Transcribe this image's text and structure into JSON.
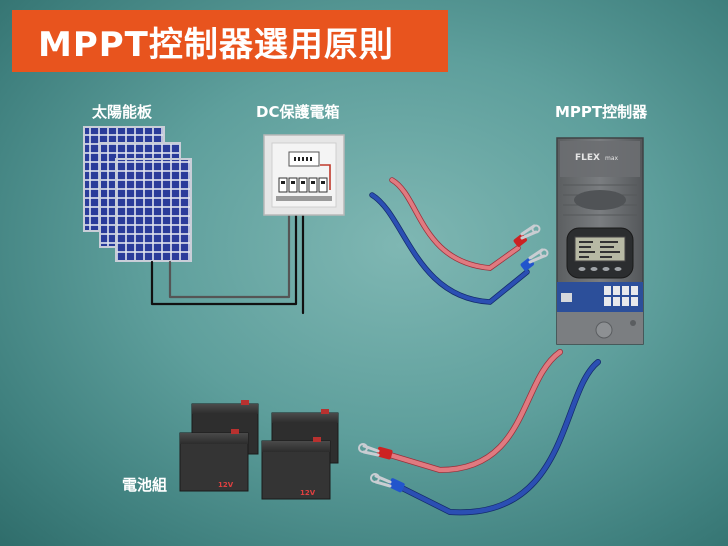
{
  "title": "MPPT控制器選用原則",
  "labels": {
    "solar_panel": "太陽能板",
    "dc_box": "DC保護電箱",
    "controller": "MPPT控制器",
    "battery": "電池組"
  },
  "controller_brand": "FLEX",
  "controller_brand_suffix": "max",
  "battery_voltage": "12V",
  "colors": {
    "title_banner": "#e8541e",
    "positive_wire": "#e07a80",
    "negative_wire": "#2b4fb3",
    "panel_cell": "#2a3c9a",
    "battery_case": "#3a3a3a",
    "controller_body": "#6d7072",
    "controller_accent": "#2c4f9a"
  }
}
